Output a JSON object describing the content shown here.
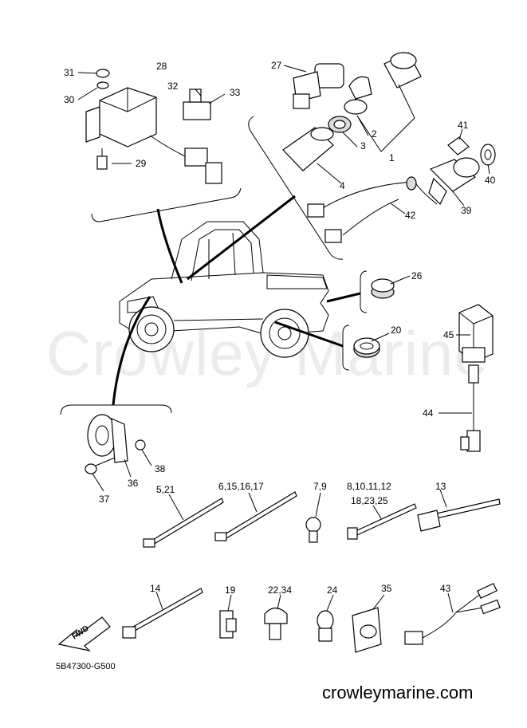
{
  "watermark": "Crowley Marine",
  "diagram_code": "5B47300-G500",
  "site_footer": "crowleymarine.com",
  "fwd_label": "FWD",
  "callouts": {
    "c1": "1",
    "c2": "2",
    "c3": "3",
    "c4": "4",
    "c5_21": "5,21",
    "c6_15_16_17": "6,15,16,17",
    "c7_9": "7,9",
    "c8_10_11_12": "8,10,11,12",
    "c18_23_25": "18,23,25",
    "c13": "13",
    "c14": "14",
    "c19": "19",
    "c20": "20",
    "c22_34": "22,34",
    "c24": "24",
    "c26": "26",
    "c27": "27",
    "c28": "28",
    "c29": "29",
    "c30": "30",
    "c31": "31",
    "c32": "32",
    "c33": "33",
    "c35": "35",
    "c36": "36",
    "c37": "37",
    "c38": "38",
    "c39": "39",
    "c40": "40",
    "c41": "41",
    "c42": "42",
    "c43": "43",
    "c44": "44",
    "c45": "45"
  }
}
